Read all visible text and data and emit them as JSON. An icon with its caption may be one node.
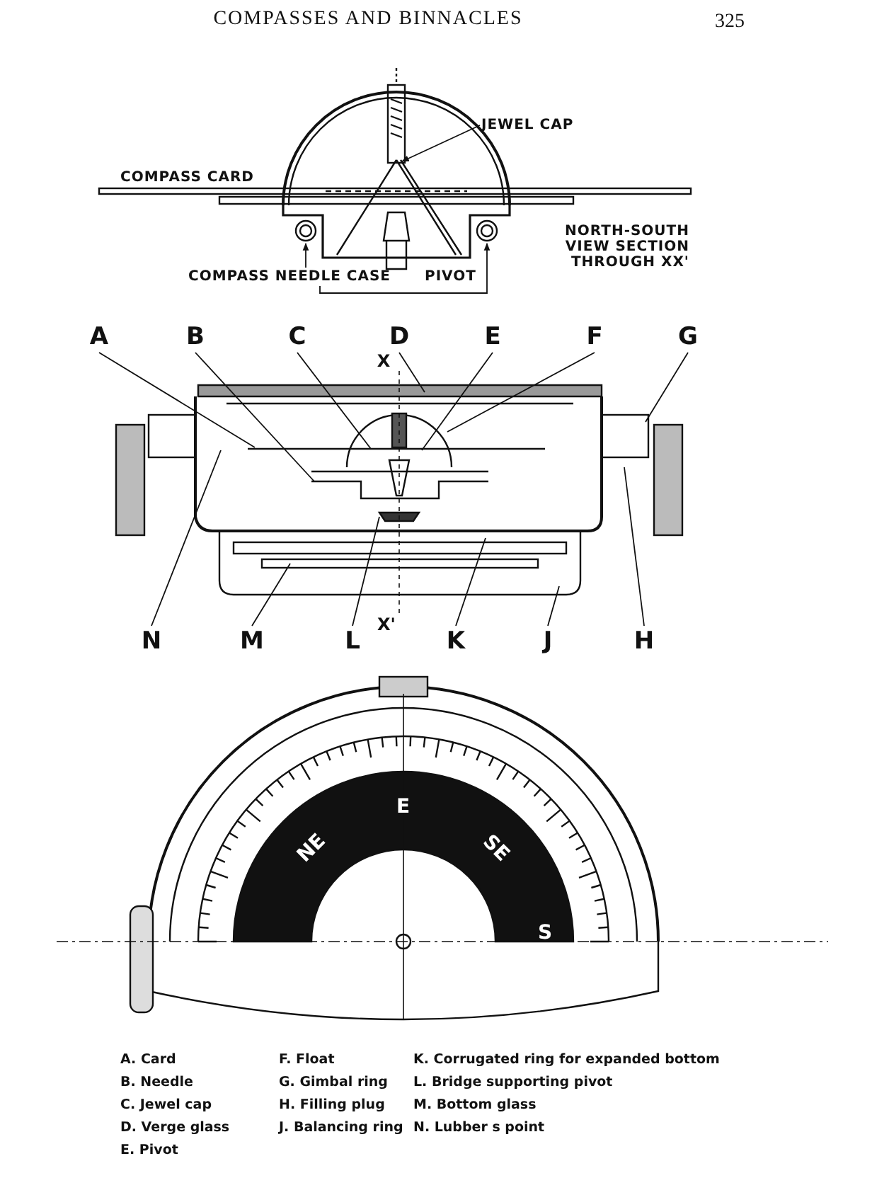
{
  "diagram": {
    "title": "COMPASSES AND BINNACLES",
    "nodes": [
      {
        "text": [
          "JEWEL CAP"
        ]
      },
      {
        "text": [
          "COMPASS NEEDLE CASE"
        ]
      },
      {
        "text": [
          "A"
        ]
      },
      {
        "text": [
          "B"
        ]
      },
      {
        "text": [
          "C"
        ]
      },
      {
        "text": [
          "D"
        ]
      },
      {
        "text": [
          "E"
        ]
      },
      {
        "text": [
          "F"
        ]
      },
      {
        "text": [
          "G"
        ]
      },
      {
        "text": [
          "N"
        ]
      },
      {
        "text": [
          "M"
        ]
      },
      {
        "text": [
          "L"
        ]
      },
      {
        "text": [
          "K"
        ]
      },
      {
        "text": [
          "J"
        ]
      },
      {
        "text": [
          "H"
        ]
      }
    ],
    "edges": [
      {
        "from": 0,
        "to": null,
        "arrow": "to"
      },
      {
        "from": 1,
        "to": null,
        "arrow": "to"
      },
      {
        "from": 1,
        "to": null,
        "arrow": "to"
      },
      {
        "from": 2,
        "to": null,
        "arrow": "none"
      },
      {
        "from": 3,
        "to": null,
        "arrow": "none"
      },
      {
        "from": 4,
        "to": null,
        "arrow": "none"
      },
      {
        "from": 5,
        "to": null,
        "arrow": "none"
      },
      {
        "from": 6,
        "to": null,
        "arrow": "none"
      },
      {
        "from": 7,
        "to": null,
        "arrow": "none"
      },
      {
        "from": 8,
        "to": null,
        "arrow": "none"
      },
      {
        "from": 9,
        "to": null,
        "arrow": "none"
      },
      {
        "from": 10,
        "to": null,
        "arrow": "none"
      },
      {
        "from": 11,
        "to": null,
        "arrow": "none"
      },
      {
        "from": 12,
        "to": null,
        "arrow": "none"
      },
      {
        "from": 13,
        "to": null,
        "arrow": "none"
      },
      {
        "from": 14,
        "to": null,
        "arrow": "none"
      }
    ],
    "labels": [
      "325",
      "COMPASS CARD",
      "NORTH-SOUTH VIEW SECTION THROUGH XX'",
      "PIVOT",
      "X",
      "X'",
      "NE",
      "E",
      "SE",
      "S",
      "A. Card",
      "F. Float",
      "K. Corrugated ring for expanded bottom",
      "B. Needle",
      "G. Gimbal ring",
      "L. Bridge supporting pivot",
      "C. Jewel cap",
      "H. Filling plug",
      "M. Bottom glass",
      "D. Verge glass",
      "J. Balancing ring",
      "N. Lubber s point",
      "E. Pivot"
    ]
  }
}
